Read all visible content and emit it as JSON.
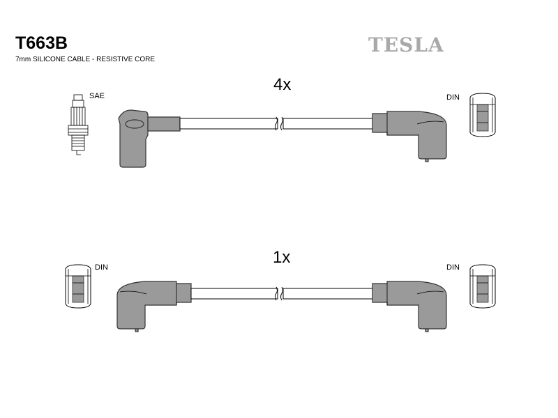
{
  "header": {
    "part_code": "T663B",
    "subtitle": "7mm SILICONE CABLE - RESISTIVE CORE",
    "brand": "TESLA"
  },
  "colors": {
    "boot_fill": "#9a9a9a",
    "boot_stroke": "#333333",
    "cable_fill": "#ffffff",
    "line": "#000000",
    "brand_grey": "#a9a9a9"
  },
  "cable_sets": [
    {
      "quantity": "4x",
      "left_end": {
        "label": "SAE",
        "icon": "spark-plug-icon"
      },
      "right_end": {
        "label": "DIN",
        "icon": "din-terminal-icon"
      }
    },
    {
      "quantity": "1x",
      "left_end": {
        "label": "DIN",
        "icon": "din-terminal-icon"
      },
      "right_end": {
        "label": "DIN",
        "icon": "din-terminal-icon"
      }
    }
  ]
}
